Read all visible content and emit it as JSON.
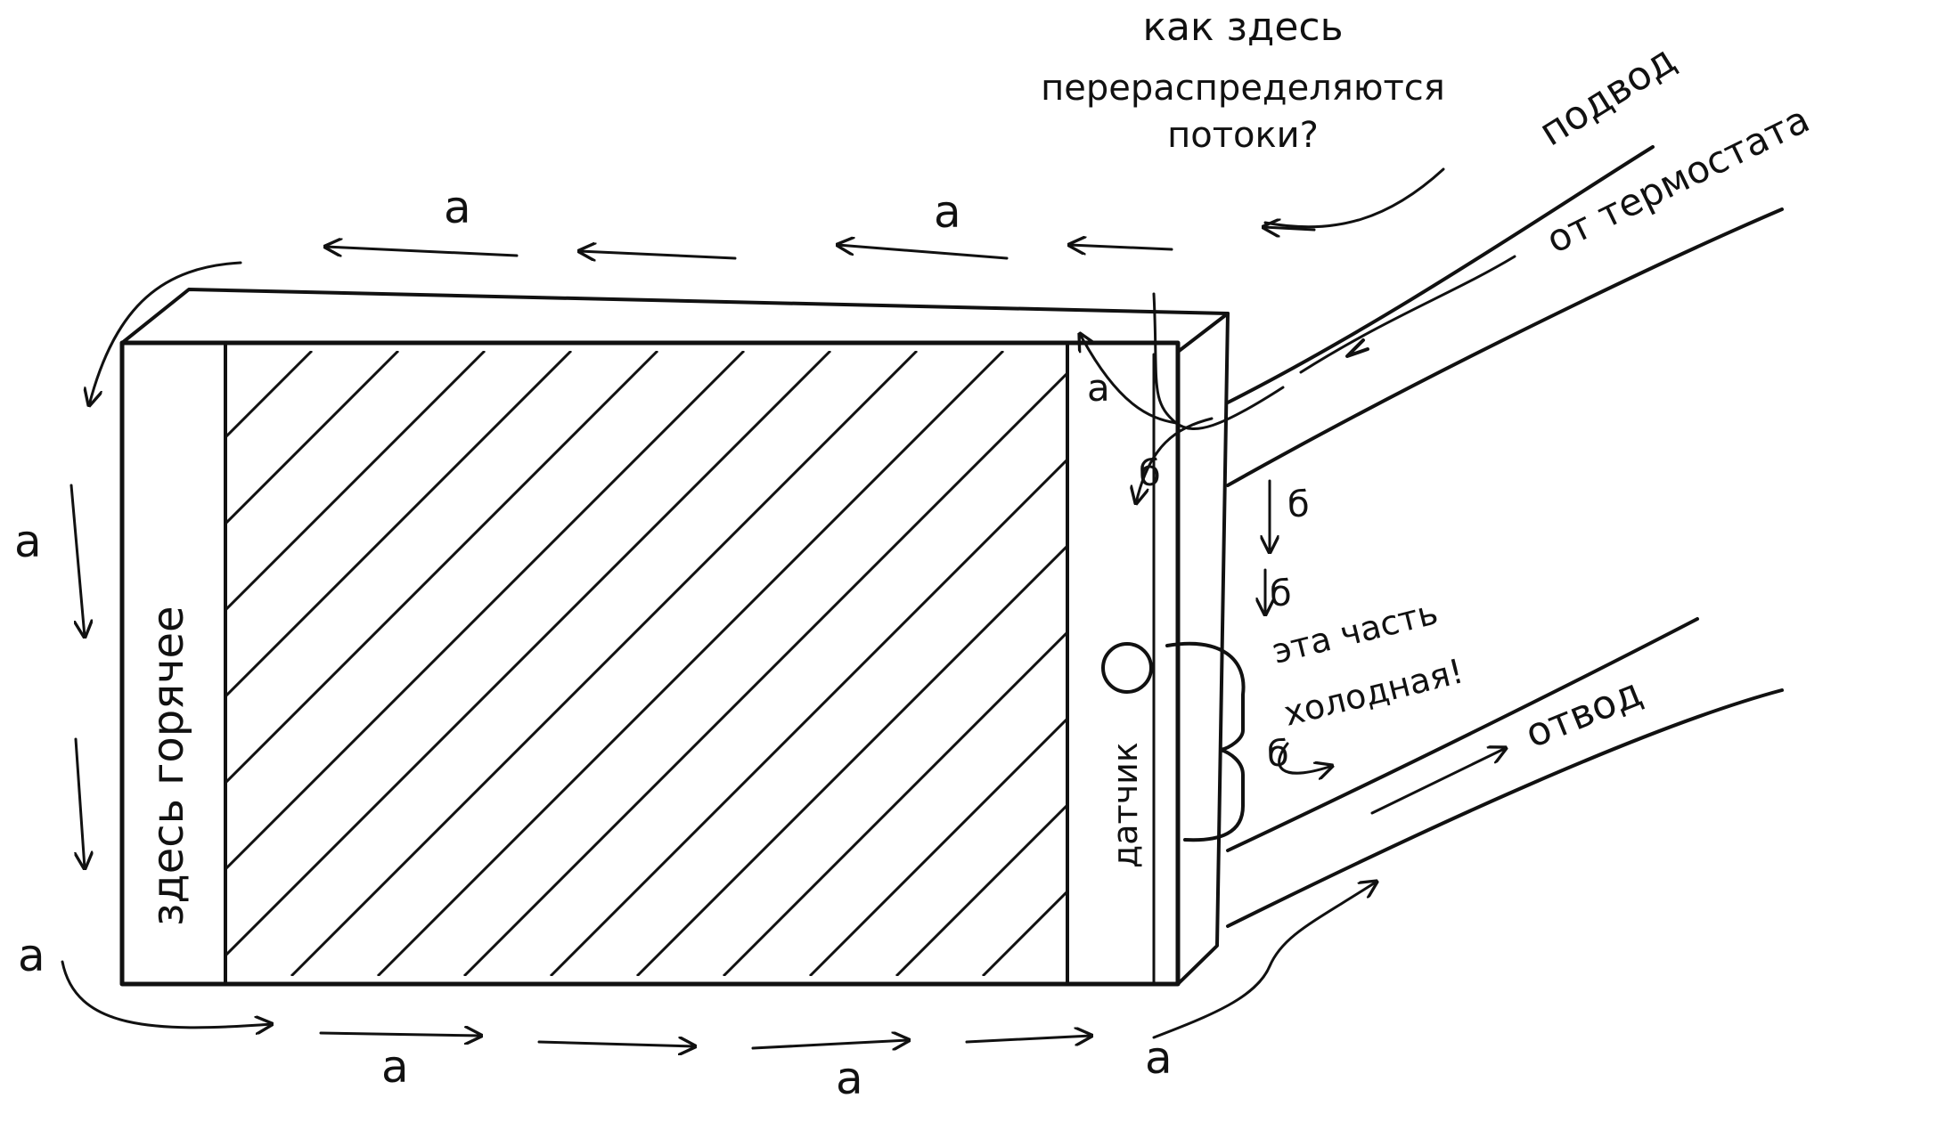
{
  "diagram": {
    "ink_color": "#111111",
    "paper_color": "#ffffff",
    "question": [
      "как здесь",
      "перераспределяются",
      "потоки?"
    ],
    "inlet_label": "подвод",
    "inlet_from_label": "от термостата",
    "outlet_label": "отвод",
    "hot_zone_label": "здесь горячее",
    "sensor_label": "датчик",
    "cold_note": [
      "эта часть",
      "холодная!"
    ],
    "flow_a": "а",
    "flow_b": "б"
  }
}
